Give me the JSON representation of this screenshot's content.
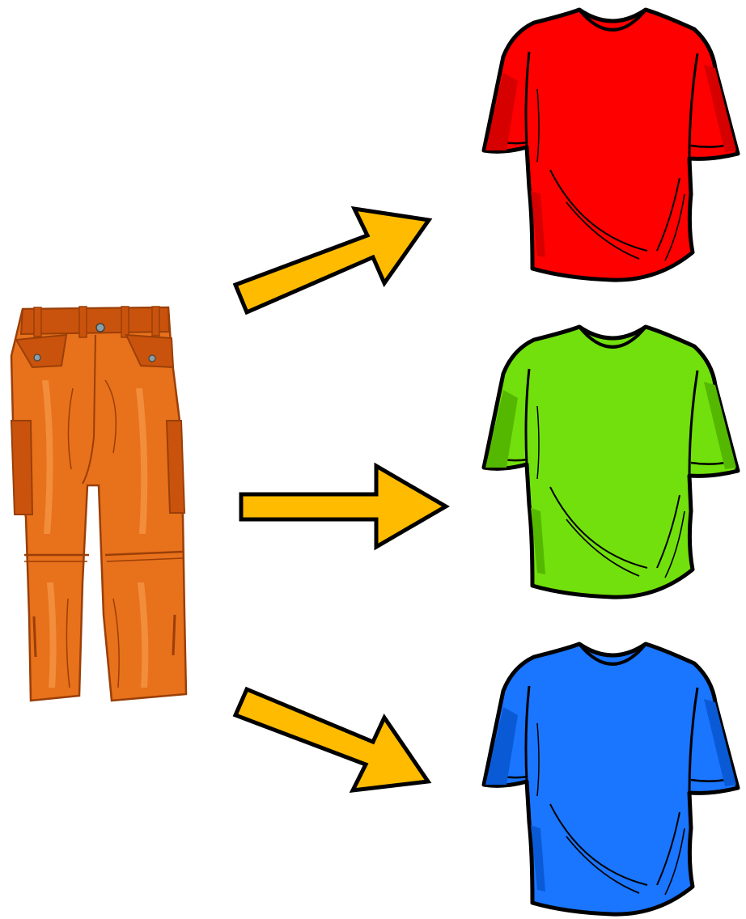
{
  "diagram": {
    "source": {
      "item": "pants",
      "color": "#e8711b",
      "shade": "#c9530c",
      "highlight": "#f28d3c",
      "icon": "cargo-pants-icon"
    },
    "arrows": {
      "color": "#ffbb00",
      "outline": "#000000",
      "directions": [
        "up-right",
        "right",
        "down-right"
      ]
    },
    "targets": [
      {
        "item": "t-shirt",
        "color": "#ff0000",
        "shade": "#d60000",
        "icon": "red-tshirt-icon"
      },
      {
        "item": "t-shirt",
        "color": "#72e00c",
        "shade": "#55b800",
        "icon": "green-tshirt-icon"
      },
      {
        "item": "t-shirt",
        "color": "#1a75ff",
        "shade": "#0a5ad6",
        "icon": "blue-tshirt-icon"
      }
    ]
  }
}
